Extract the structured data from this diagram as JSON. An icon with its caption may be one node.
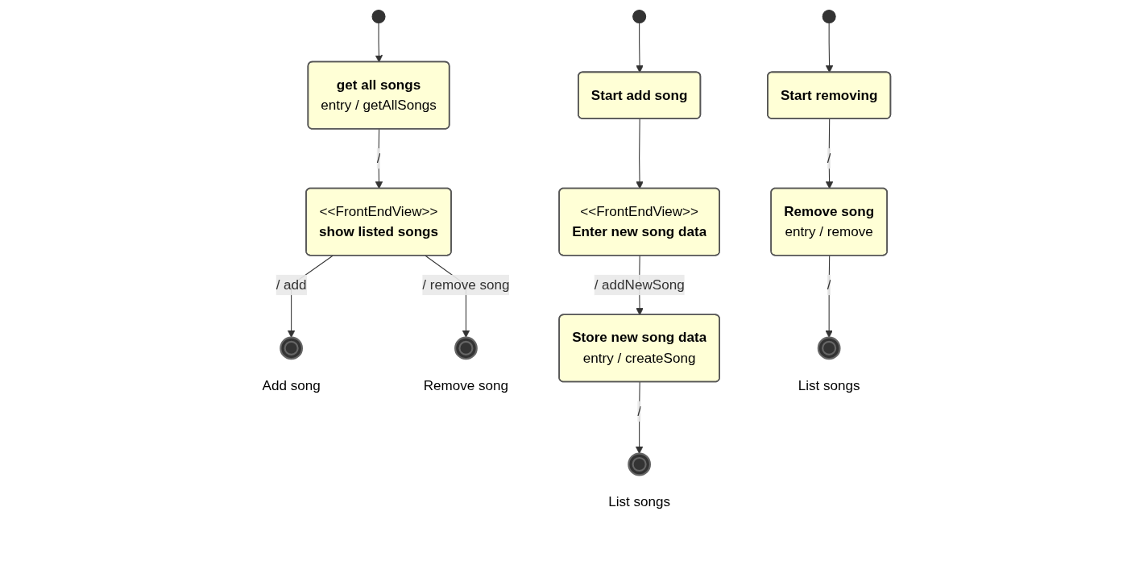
{
  "diagram": {
    "nodes": [
      {
        "text": [],
        "shape": "circle"
      },
      {
        "text": [
          "get all songs",
          "entry / getAllSongs"
        ]
      },
      {
        "text": [
          "<<FrontEndView>>",
          "show listed songs"
        ]
      },
      {
        "text": [],
        "shape": "circle",
        "beside": [
          "Add song"
        ]
      },
      {
        "text": [],
        "shape": "circle",
        "beside": [
          "Remove song"
        ]
      },
      {
        "text": [],
        "shape": "circle"
      },
      {
        "text": [
          "Start add song"
        ]
      },
      {
        "text": [
          "<<FrontEndView>>",
          "Enter new song data"
        ]
      },
      {
        "text": [
          "Store new song data",
          "entry / createSong"
        ]
      },
      {
        "text": [],
        "shape": "circle",
        "beside": [
          "List songs"
        ]
      },
      {
        "text": [],
        "shape": "circle"
      },
      {
        "text": [
          "Start removing"
        ]
      },
      {
        "text": [
          "Remove song",
          "entry / remove"
        ]
      },
      {
        "text": [],
        "shape": "circle",
        "beside": [
          "List songs"
        ]
      }
    ],
    "edges": [
      {
        "from": 0,
        "to": 1,
        "arrow": "to"
      },
      {
        "from": 1,
        "to": 2,
        "arrow": "to",
        "label": "/"
      },
      {
        "from": 2,
        "to": 3,
        "arrow": "to",
        "label": "/ add"
      },
      {
        "from": 2,
        "to": 4,
        "arrow": "to",
        "label": "/ remove song"
      },
      {
        "from": 5,
        "to": 6,
        "arrow": "to"
      },
      {
        "from": 6,
        "to": 7,
        "arrow": "to"
      },
      {
        "from": 7,
        "to": 8,
        "arrow": "to",
        "label": "/ addNewSong"
      },
      {
        "from": 8,
        "to": 9,
        "arrow": "to",
        "label": "/"
      },
      {
        "from": 10,
        "to": 11,
        "arrow": "to"
      },
      {
        "from": 11,
        "to": 12,
        "arrow": "to",
        "label": "/"
      },
      {
        "from": 12,
        "to": 13,
        "arrow": "to",
        "label": "/"
      }
    ]
  }
}
